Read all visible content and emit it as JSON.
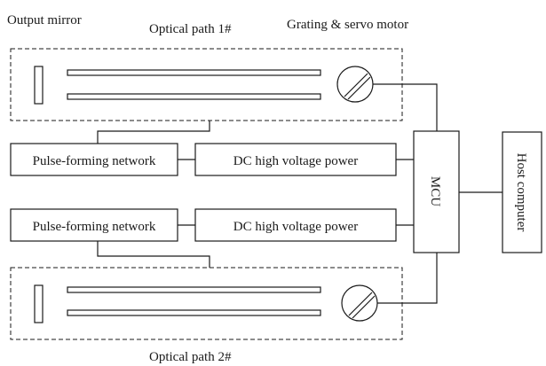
{
  "labels": {
    "output_mirror": "Output mirror",
    "optical_path_1": "Optical path 1#",
    "grating_servo": "Grating & servo motor",
    "optical_path_2": "Optical path 2#"
  },
  "blocks": {
    "pfn_1": "Pulse-forming network",
    "dc_power_1": "DC high voltage power",
    "pfn_2": "Pulse-forming network",
    "dc_power_2": "DC high voltage power",
    "mcu": "MCU",
    "host": "Host computer"
  },
  "colors": {
    "stroke": "#1a1a1a",
    "background": "#ffffff"
  }
}
